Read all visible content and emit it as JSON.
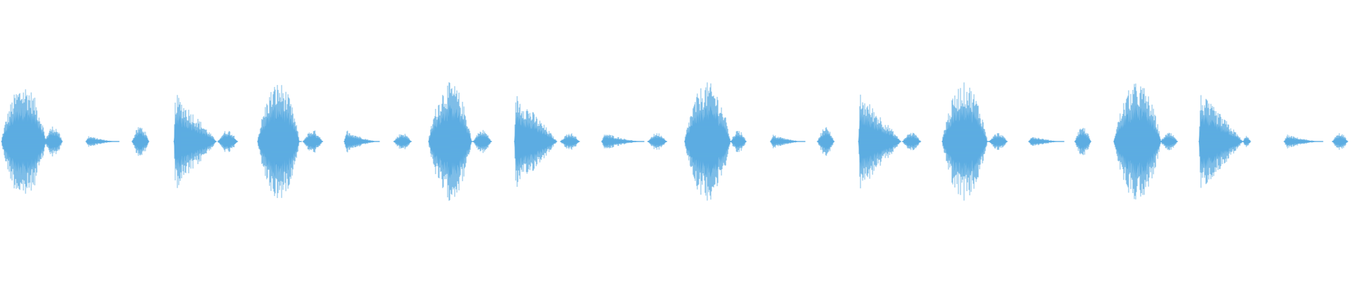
{
  "waveform": {
    "color": "#5DADE2",
    "amplitude_scale": 1.0,
    "segments": [
      {
        "name": "segment-1",
        "shape": "bell",
        "peak": 0.97
      },
      {
        "name": "segment-2",
        "shape": "blip",
        "peak": 0.27
      },
      {
        "name": "segment-3",
        "shape": "sweep",
        "peak": 0.1
      },
      {
        "name": "segment-4",
        "shape": "blip",
        "peak": 0.27
      },
      {
        "name": "segment-5",
        "shape": "decay",
        "peak": 0.82
      },
      {
        "name": "segment-6",
        "shape": "blip",
        "peak": 0.2
      },
      {
        "name": "segment-7",
        "shape": "bell",
        "peak": 1.0
      },
      {
        "name": "segment-8",
        "shape": "blip",
        "peak": 0.2
      },
      {
        "name": "segment-9",
        "shape": "sweep",
        "peak": 0.2
      },
      {
        "name": "segment-10",
        "shape": "blip",
        "peak": 0.15
      },
      {
        "name": "segment-11",
        "shape": "bell",
        "peak": 1.0
      },
      {
        "name": "segment-12",
        "shape": "blip",
        "peak": 0.2
      },
      {
        "name": "segment-13",
        "shape": "decay",
        "peak": 0.82
      },
      {
        "name": "segment-14",
        "shape": "blip",
        "peak": 0.15
      },
      {
        "name": "segment-15",
        "shape": "sweep",
        "peak": 0.15
      },
      {
        "name": "segment-16",
        "shape": "blip",
        "peak": 0.15
      },
      {
        "name": "segment-17",
        "shape": "bell",
        "peak": 1.0
      },
      {
        "name": "segment-18",
        "shape": "blip",
        "peak": 0.2
      },
      {
        "name": "segment-19",
        "shape": "sweep",
        "peak": 0.12
      },
      {
        "name": "segment-20",
        "shape": "blip",
        "peak": 0.25
      },
      {
        "name": "segment-21",
        "shape": "decay",
        "peak": 0.82
      },
      {
        "name": "segment-22",
        "shape": "blip",
        "peak": 0.16
      },
      {
        "name": "segment-23",
        "shape": "bell",
        "peak": 1.0
      },
      {
        "name": "segment-24",
        "shape": "blip",
        "peak": 0.15
      },
      {
        "name": "segment-25",
        "shape": "sweep",
        "peak": 0.1
      },
      {
        "name": "segment-26",
        "shape": "blip",
        "peak": 0.25
      },
      {
        "name": "segment-27",
        "shape": "bell",
        "peak": 1.0
      },
      {
        "name": "segment-28",
        "shape": "blip",
        "peak": 0.15
      },
      {
        "name": "segment-29",
        "shape": "decay",
        "peak": 0.82
      },
      {
        "name": "segment-30",
        "shape": "blip",
        "peak": 0.1
      },
      {
        "name": "segment-31",
        "shape": "sweep",
        "peak": 0.12
      },
      {
        "name": "segment-32",
        "shape": "blip",
        "peak": 0.15
      }
    ]
  }
}
